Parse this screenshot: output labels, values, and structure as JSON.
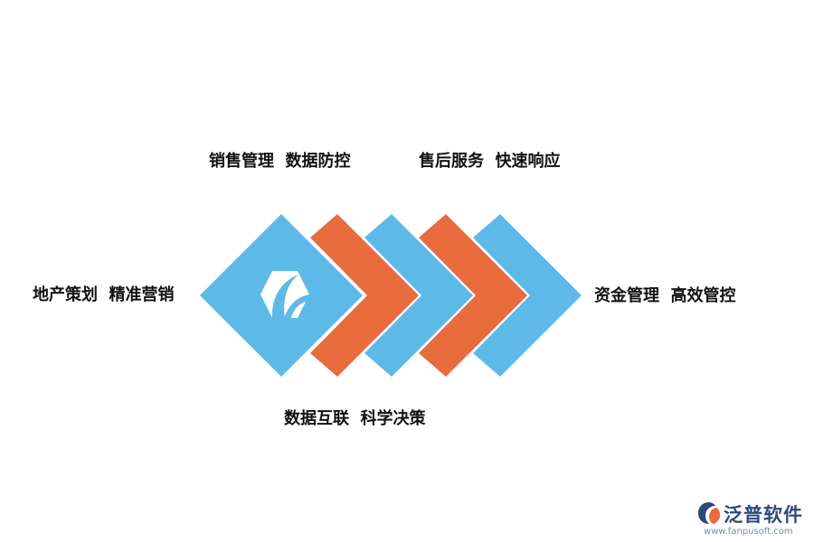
{
  "labels": {
    "left": "地产策划  精准营销",
    "top_left": "销售管理  数据防控",
    "top_right": "售后服务  快速响应",
    "right": "资金管理  高效管控",
    "bottom": "数据互联  科学决策"
  },
  "watermark": {
    "brand_name": "泛普软件",
    "url": "www.fanpusoft.com"
  },
  "colors": {
    "blue": "#5db9e8",
    "orange": "#e86c3d",
    "logo_white": "#ffffff",
    "brand_blue": "#2c4a7a",
    "brand_orange": "#e86c3d"
  },
  "icons": {
    "center_logo": "company-logo-icon",
    "watermark_logo": "fanpu-logo-icon"
  }
}
